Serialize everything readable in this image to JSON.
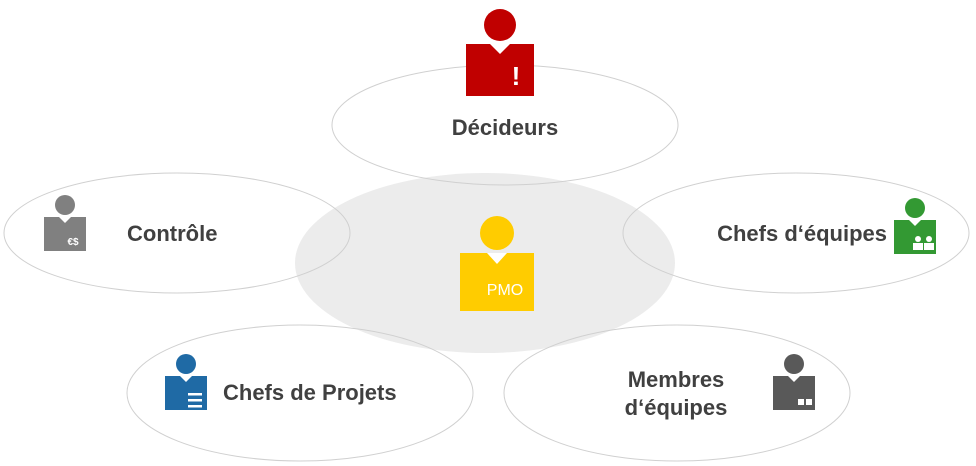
{
  "diagram": {
    "center": {
      "label": "PMO",
      "color": "#ffcc00"
    },
    "nodes": {
      "decideurs": {
        "label": "Décideurs",
        "color": "#c00000"
      },
      "controle": {
        "label": "Contrôle",
        "color": "#808080",
        "icon_text": "€$"
      },
      "chefs_equipes": {
        "label": "Chefs d‘équipes",
        "color": "#339933"
      },
      "chefs_projets": {
        "label": "Chefs de Projets",
        "color": "#1f6aa5"
      },
      "membres_equipes": {
        "label_line1": "Membres",
        "label_line2": "d‘équipes",
        "color": "#595959"
      }
    },
    "icons": {
      "decideurs": "person-alert-icon",
      "controle": "person-currency-icon",
      "chefs_equipes": "person-team-icon",
      "chefs_projets": "person-list-icon",
      "membres_equipes": "person-blocks-icon",
      "center": "person-pmo-icon"
    },
    "alert_mark": "!"
  }
}
